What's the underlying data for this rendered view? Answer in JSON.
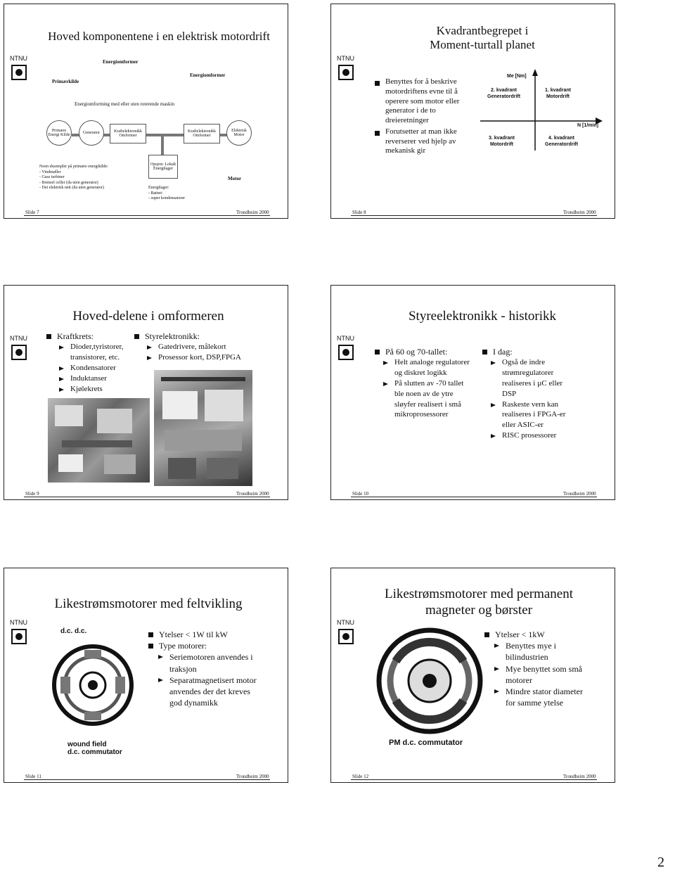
{
  "slides": {
    "s7": {
      "ntnu": "NTNU",
      "title": "Hoved komponentene i en elektrisk motordrift",
      "diagram": {
        "energiomformer_top": "Energiomformer",
        "primaerkilde": "Primærkilde",
        "energiomforming": "Energiomforming med eller uten roterende maskin",
        "energiomformer_right": "Energiomformer",
        "primaer_energi_kilde": "Primære Energi Kilde",
        "generator": "Generator",
        "kraft1": "Kraftelektronikk Omformer",
        "kraft2": "Kraftelektronikk Omformer",
        "motor_circle": "Elektrisk Motor",
        "opsjon": "Opsjon: Lokalt Energilager",
        "motor_label": "Motor",
        "eksempler": [
          "Noen eksempler på primære energikilde:",
          "- Vindmøller",
          "- Gass turbiner",
          "- Brensel celler (da uten generator)",
          "- Det elektrisk nett (da uten generator)"
        ],
        "energilager": [
          "Energilager:",
          "- Batteri",
          "- super kondensatorer"
        ]
      },
      "footer_left": "Slide 7",
      "footer_right": "Trondheim 2000"
    },
    "s8": {
      "ntnu": "NTNU",
      "title_line1": "Kvadrantbegrepet i",
      "title_line2": "Moment-turtall planet",
      "bullets": [
        "Benyttes for å beskrive motordriftens evne til å operere som motor eller generator i de to dreieretninger",
        "Forutsetter at man ikke reverserer ved hjelp av mekanisk gir"
      ],
      "chart": {
        "y_axis": "Me [Nm]",
        "x_axis": "N [1/min]",
        "q2": [
          "2. kvadrant",
          "Generatordrift"
        ],
        "q1": [
          "1. kvadrant",
          "Motordrift"
        ],
        "q3": [
          "3. kvadrant",
          "Motordrift"
        ],
        "q4": [
          "4. kvadrant",
          "Generatordrift"
        ]
      },
      "footer_left": "Slide 8",
      "footer_right": "Trondheim 2000"
    },
    "s9": {
      "ntnu": "NTNU",
      "title": "Hoved-delene i omformeren",
      "left_head": "Kraftkrets:",
      "left_items": [
        "Dioder,tyristorer, transistorer, etc.",
        "Kondensatorer",
        "Induktanser",
        "Kjølekrets"
      ],
      "right_head": "Styrelektronikk:",
      "right_items": [
        "Gatedrivere, målekort",
        "Prosessor kort, DSP,FPGA"
      ],
      "footer_left": "Slide 9",
      "footer_right": "Trondheim 2000"
    },
    "s10": {
      "ntnu": "NTNU",
      "title": "Styreelektronikk - historikk",
      "left_head": "På 60 og 70-tallet:",
      "left_items": [
        "Helt analoge regulatorer og diskret logikk",
        "På slutten av -70 tallet ble noen av de ytre sløyfer realisert i små mikroprosessorer"
      ],
      "right_head": "I dag:",
      "right_items": [
        "Også de indre strømregulatorer realiseres i µC eller DSP",
        "Raskeste vern kan realiseres i FPGA-er eller ASIC-er",
        "RISC prosessorer"
      ],
      "footer_left": "Slide 10",
      "footer_right": "Trondheim 2000"
    },
    "s11": {
      "ntnu": "NTNU",
      "title": "Likestrømsmotorer med feltvikling",
      "fig_top": "d.c. d.c.",
      "fig_caption": [
        "wound field",
        "d.c. commutator"
      ],
      "bullets": [
        {
          "text": "Ytelser < 1W til kW",
          "subs": []
        },
        {
          "text": "Type motorer:",
          "subs": [
            "Seriemotoren anvendes i traksjon",
            "Separatmagnetisert motor anvendes der det kreves god dynamikk"
          ]
        }
      ],
      "footer_left": "Slide 11",
      "footer_right": "Trondheim 2000"
    },
    "s12": {
      "ntnu": "NTNU",
      "title_line1": "Likestrømsmotorer med permanent",
      "title_line2": "magneter og børster",
      "fig_caption": "PM d.c. commutator",
      "bullet": "Ytelser < 1kW",
      "subs": [
        "Benyttes mye i bilindustrien",
        "Mye benyttet som små motorer",
        "Mindre stator diameter for samme ytelse"
      ],
      "footer_left": "Slide 12",
      "footer_right": "Trondheim 2000"
    }
  },
  "page_number": "2"
}
